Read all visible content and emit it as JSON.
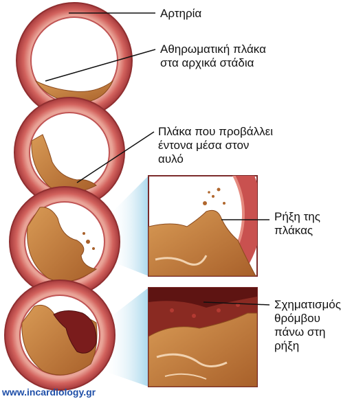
{
  "labels": {
    "artery": "Αρτηρία",
    "early_plaque": "Αθηρωματική πλάκα\nστα αρχικά στάδια",
    "protruding_plaque": "Πλάκα που προβάλλει\nέντονα μέσα στον\nαυλό",
    "rupture": "Ρήξη της\nπλάκας",
    "thrombus": "Σχηματισμός\nθρόμβου\nπάνω στη\nρήξη"
  },
  "footer": {
    "url": "www.incardiology.gr"
  },
  "colors": {
    "artery_wall": "#c9514f",
    "artery_wall_inner": "#e58a7f",
    "plaque": "#c07a3a",
    "thrombus": "#7a1c1c",
    "callout_panel": "#bfe3f2"
  }
}
